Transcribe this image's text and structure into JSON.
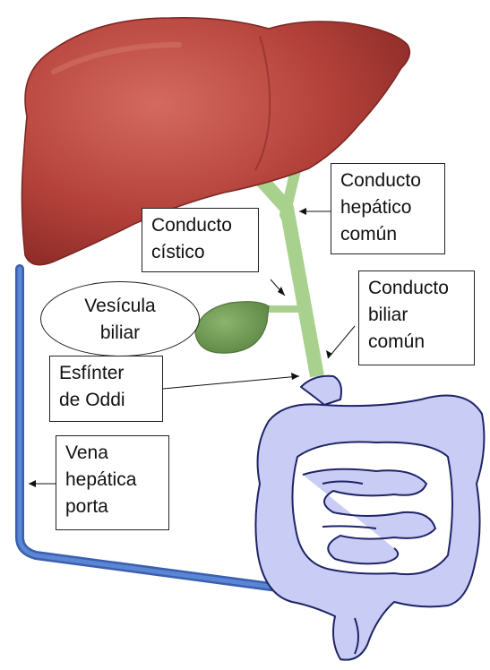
{
  "labels": {
    "hepatic_duct": [
      "Conducto",
      "hepático",
      "común"
    ],
    "cystic_duct": [
      "Conducto",
      "cístico"
    ],
    "gallbladder": [
      "Vesícula",
      "biliar"
    ],
    "bile_duct": [
      "Conducto",
      "biliar",
      "común"
    ],
    "sphincter": [
      "Esfínter",
      "de Oddi"
    ],
    "portal_vein": [
      "Vena",
      "hepática",
      "porta"
    ]
  },
  "colors": {
    "liver": "#b3413a",
    "liver_highlight": "#d06a5e",
    "duct": "#a9d18e",
    "gallbladder": "#6f9a55",
    "intestine": "#c9cdf5",
    "intestine_outline": "#1f2466",
    "vein": "#4472c4"
  }
}
